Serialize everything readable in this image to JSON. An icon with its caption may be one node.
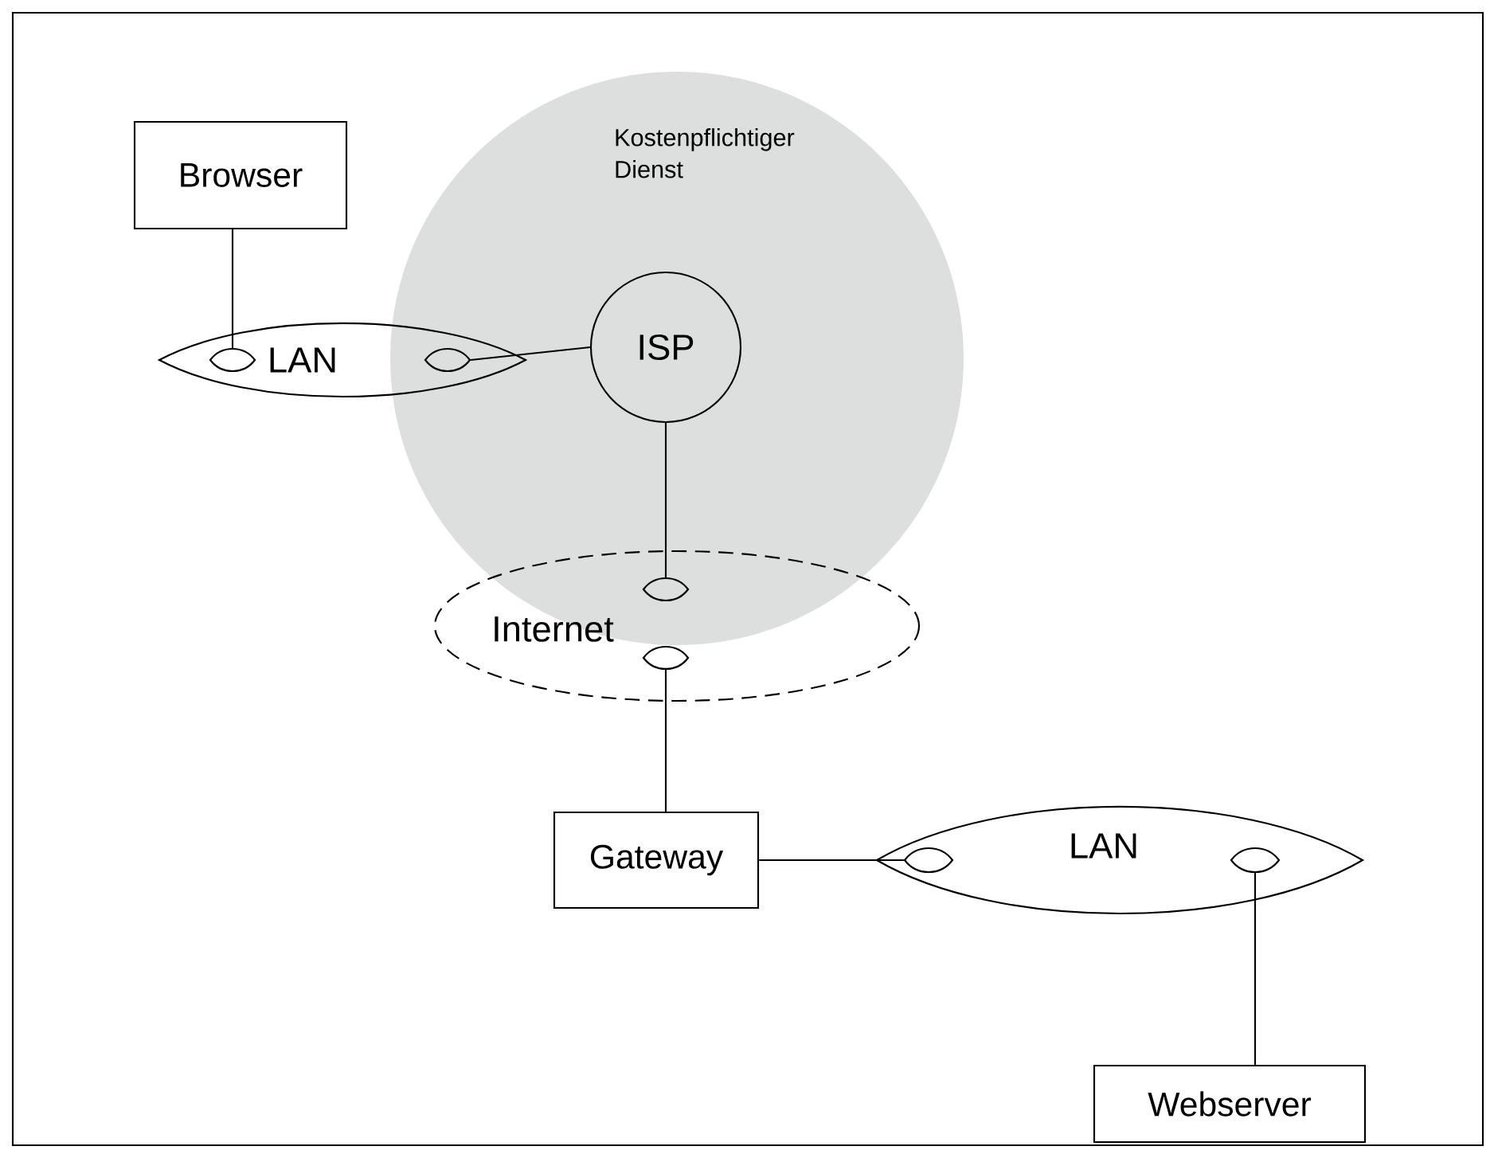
{
  "diagram": {
    "nodes": [
      {
        "text": [
          "Browser"
        ]
      },
      {
        "text": [
          "Kostenpflichtiger Dienst"
        ]
      },
      {
        "text": [
          "LAN"
        ]
      },
      {
        "text": [],
        "shape": "ellipse",
        "in": 2
      },
      {
        "text": [],
        "shape": "ellipse"
      },
      {
        "text": [
          "ISP"
        ],
        "in": 1
      },
      {
        "text": [
          "Internet"
        ]
      },
      {
        "text": [],
        "shape": "ellipse"
      },
      {
        "text": [],
        "shape": "ellipse",
        "in": 6
      },
      {
        "text": [
          "Gateway"
        ]
      },
      {
        "text": [
          "LAN"
        ]
      },
      {
        "text": [],
        "shape": "ellipse",
        "in": 10
      },
      {
        "text": [],
        "shape": "ellipse",
        "in": 10
      },
      {
        "text": [
          "Webserver"
        ]
      }
    ],
    "edges": [
      {
        "from": 0,
        "to": 3,
        "arrow": "none"
      },
      {
        "from": 4,
        "to": 5,
        "arrow": "none"
      },
      {
        "from": 5,
        "to": 7,
        "arrow": "none"
      },
      {
        "from": 8,
        "to": 9,
        "arrow": "none"
      },
      {
        "from": 9,
        "to": 11,
        "arrow": "none"
      },
      {
        "from": 12,
        "to": 13,
        "arrow": "none"
      }
    ]
  }
}
